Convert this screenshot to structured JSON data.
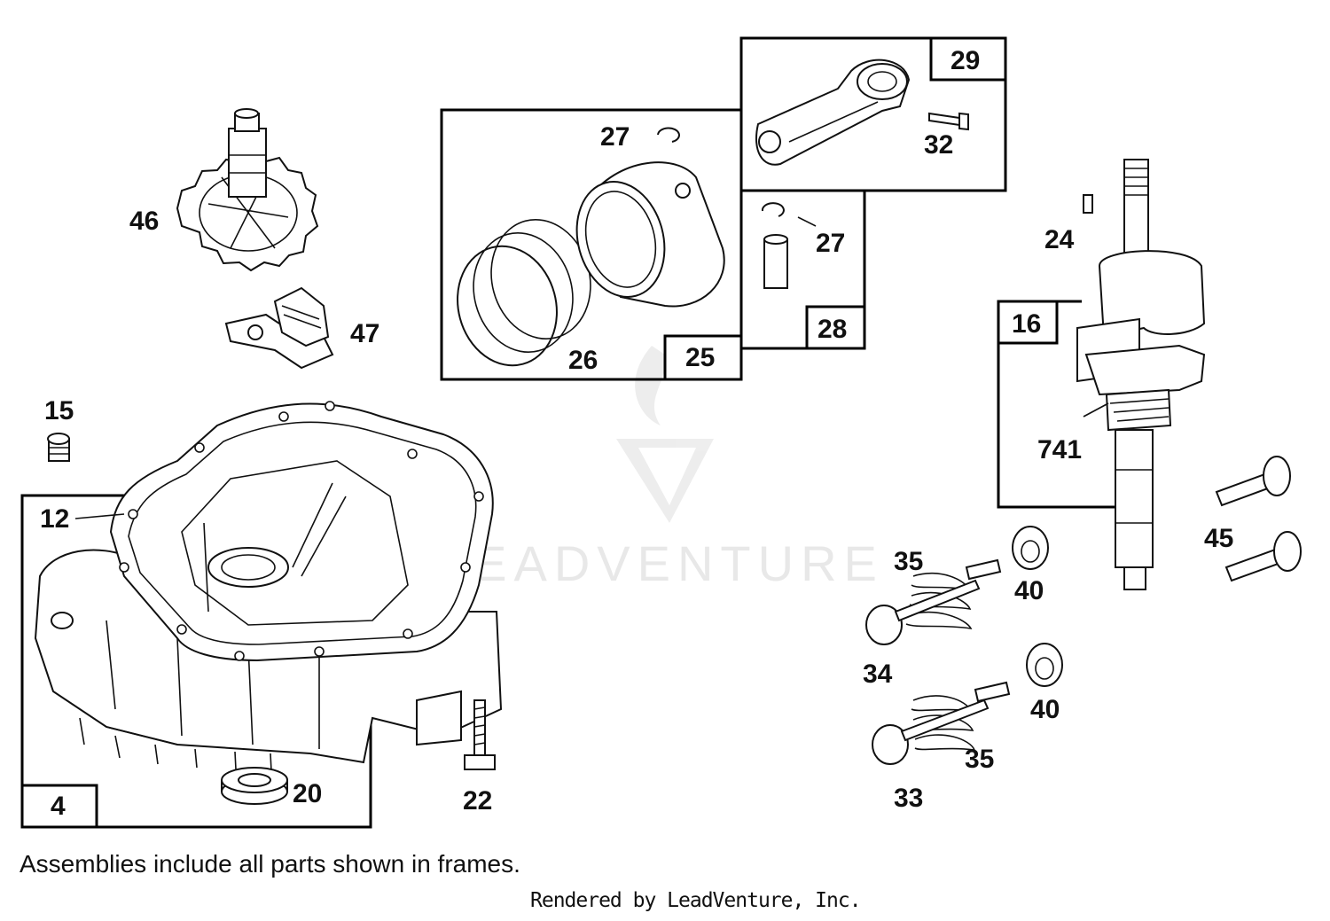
{
  "labels": {
    "p4": "4",
    "p12": "12",
    "p15": "15",
    "p16": "16",
    "p20": "20",
    "p22": "22",
    "p24": "24",
    "p25": "25",
    "p26": "26",
    "p27a": "27",
    "p27b": "27",
    "p28": "28",
    "p29": "29",
    "p32": "32",
    "p33": "33",
    "p34": "34",
    "p35a": "35",
    "p35b": "35",
    "p40a": "40",
    "p40b": "40",
    "p45": "45",
    "p46": "46",
    "p47": "47",
    "p741": "741"
  },
  "note": "Assemblies include all parts shown in frames.",
  "credit": "Rendered by LeadVenture, Inc.",
  "watermark": "LEADVENTURE"
}
